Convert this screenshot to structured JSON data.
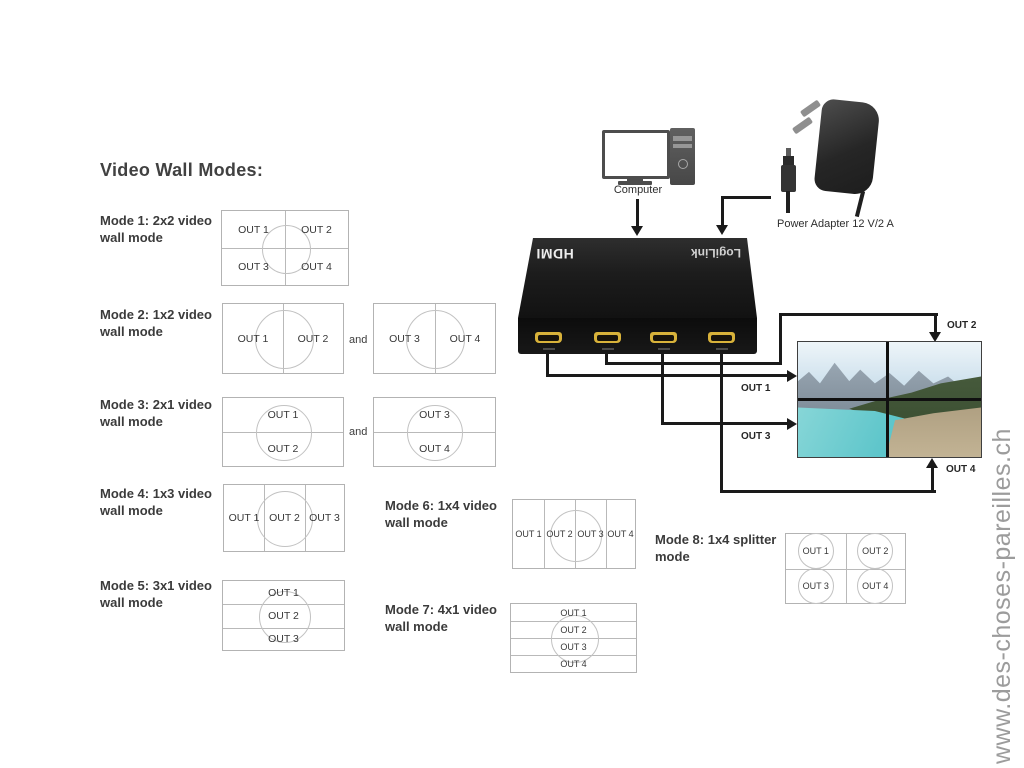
{
  "title": "Video Wall Modes:",
  "watermark": "www.des-choses-pareilles.ch",
  "modes": [
    {
      "label1": "Mode 1: 2x2 video",
      "label2": "wall mode",
      "cells": [
        "OUT 1",
        "OUT 2",
        "OUT 3",
        "OUT 4"
      ]
    },
    {
      "label1": "Mode 2: 1x2 video",
      "label2": "wall mode",
      "conj": "and",
      "box1": [
        "OUT 1",
        "OUT 2"
      ],
      "box2": [
        "OUT 3",
        "OUT 4"
      ]
    },
    {
      "label1": "Mode 3: 2x1 video",
      "label2": "wall mode",
      "conj": "and",
      "box1": [
        "OUT 1",
        "OUT 2"
      ],
      "box2": [
        "OUT 3",
        "OUT 4"
      ]
    },
    {
      "label1": "Mode 4: 1x3 video",
      "label2": "wall mode",
      "cells": [
        "OUT 1",
        "OUT 2",
        "OUT 3"
      ]
    },
    {
      "label1": "Mode 5: 3x1 video",
      "label2": "wall mode",
      "cells": [
        "OUT 1",
        "OUT 2",
        "OUT 3"
      ]
    },
    {
      "label1": "Mode 6: 1x4 video",
      "label2": "wall mode",
      "cells": [
        "OUT 1",
        "OUT 2",
        "OUT 3",
        "OUT 4"
      ]
    },
    {
      "label1": "Mode 7: 4x1 video",
      "label2": "wall mode",
      "cells": [
        "OUT 1",
        "OUT 2",
        "OUT 3",
        "OUT 4"
      ]
    },
    {
      "label1": "Mode 8: 1x4 splitter",
      "label2": "mode",
      "cells": [
        "OUT 1",
        "OUT 2",
        "OUT 3",
        "OUT 4"
      ]
    }
  ],
  "diagram": {
    "computer": "Computer",
    "power": "Power Adapter 12 V/2 A",
    "hdmi_logo": "HDMI",
    "brand": "LogiLink",
    "out1": "OUT 1",
    "out2": "OUT 2",
    "out3": "OUT 3",
    "out4": "OUT 4"
  },
  "colors": {
    "line": "#1a1a1a",
    "device_black": "#111111",
    "port_gold": "#d8b23a",
    "box_border": "#b3b3b3",
    "watermark_gray": "#9c9c9c"
  }
}
